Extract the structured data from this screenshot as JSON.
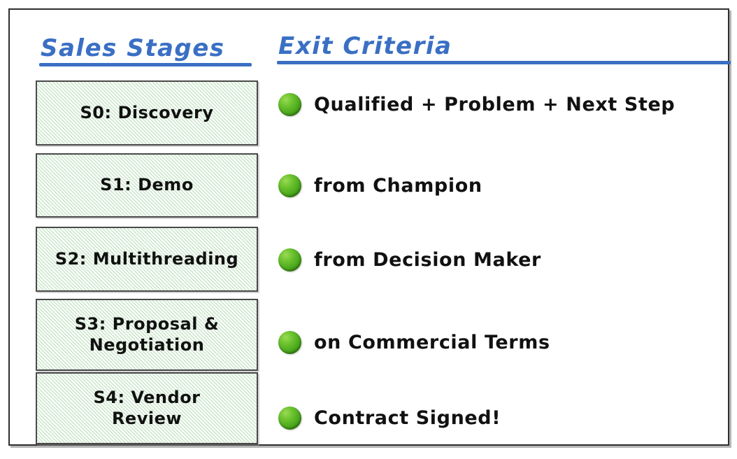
{
  "colors": {
    "header_blue": "#3a6fc4",
    "bullet_green": "#4ba81c",
    "box_border": "#4a4a4a",
    "hatch_green": "#78be78",
    "text_black": "#111111",
    "frame_border": "#2f2f2f",
    "canvas_background": "#ffffff"
  },
  "columns": {
    "left_header": "Sales Stages",
    "right_header": "Exit Criteria"
  },
  "stages": [
    {
      "label": "S0: Discovery"
    },
    {
      "label": "S1: Demo"
    },
    {
      "label": "S2: Multithreading"
    },
    {
      "label": "S3: Proposal &\nNegotiation"
    },
    {
      "label": "S4: Vendor\nReview"
    }
  ],
  "criteria": [
    {
      "bullet": "green-circle-bullet",
      "label": "Qualified + Problem + Next Step"
    },
    {
      "bullet": "green-circle-bullet",
      "label": "from Champion"
    },
    {
      "bullet": "green-circle-bullet",
      "label": "from Decision Maker"
    },
    {
      "bullet": "green-circle-bullet",
      "label": "on Commercial Terms"
    },
    {
      "bullet": "green-circle-bullet",
      "label": "Contract Signed!"
    }
  ]
}
